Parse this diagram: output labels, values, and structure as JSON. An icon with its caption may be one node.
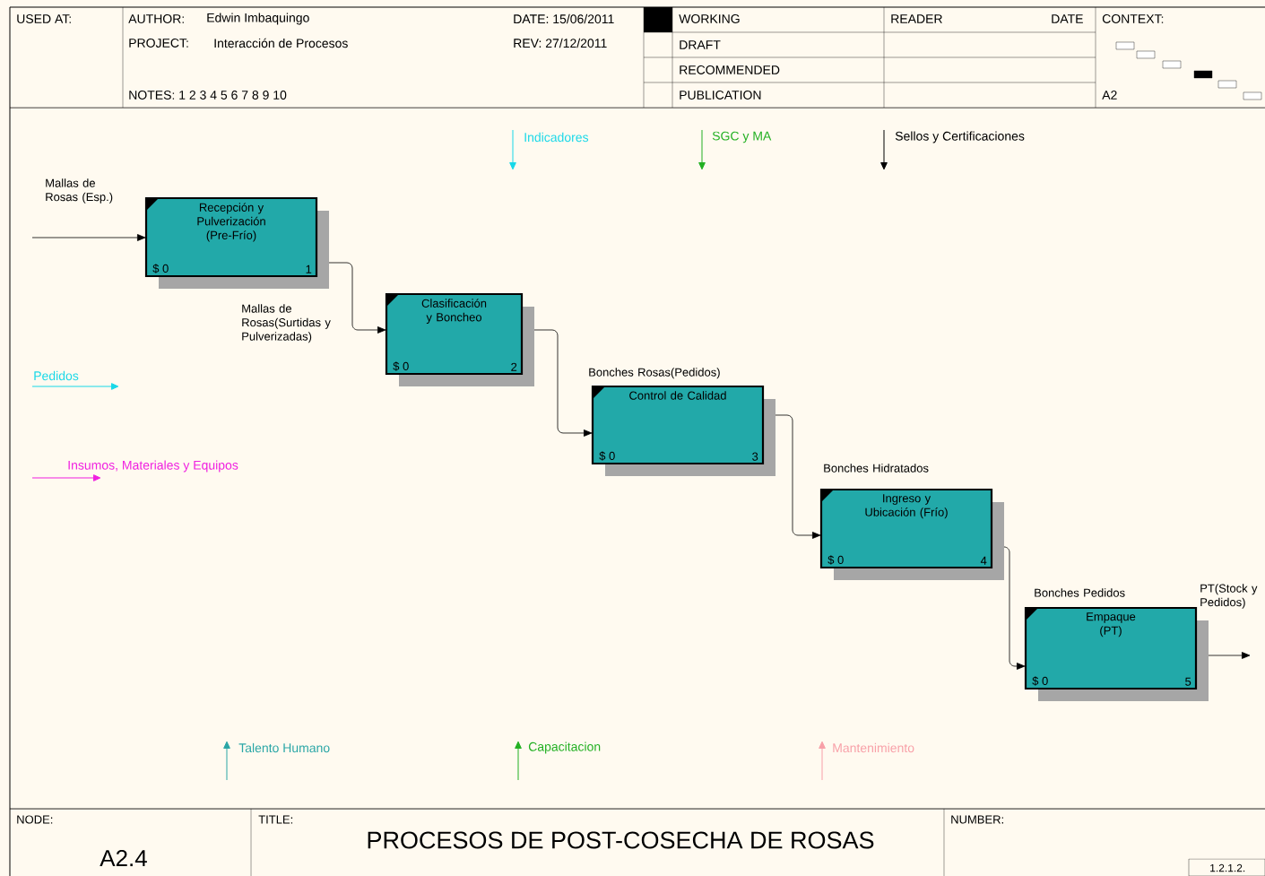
{
  "diagram": {
    "title": "PROCESOS DE POST-COSECHA DE ROSAS",
    "nodes": [
      {
        "text": [
          "Recepción y Pulverización (Pre-Frío)",
          "$ 0",
          "1"
        ]
      },
      {
        "text": [
          "Clasificación y Boncheo",
          "$ 0",
          "2"
        ]
      },
      {
        "text": [
          "Control de Calidad",
          "$ 0",
          "3"
        ]
      },
      {
        "text": [
          "Ingreso y Ubicación (Frío)",
          "$ 0",
          "4"
        ]
      },
      {
        "text": [
          "Empaque (PT)",
          "$ 0",
          "5"
        ]
      }
    ],
    "edges": [
      {
        "from": null,
        "to": 0,
        "arrow": "to",
        "label": "Mallas de Rosas (Esp.)"
      },
      {
        "from": 0,
        "to": 1,
        "arrow": "to",
        "label": "Mallas de Rosas(Surtidas y Pulverizadas)"
      },
      {
        "from": 1,
        "to": 2,
        "arrow": "to",
        "label": "Bonches Rosas(Pedidos)"
      },
      {
        "from": 2,
        "to": 3,
        "arrow": "to",
        "label": "Bonches Hidratados"
      },
      {
        "from": 3,
        "to": 4,
        "arrow": "to",
        "label": "Bonches Pedidos"
      },
      {
        "from": 4,
        "to": null,
        "arrow": "to",
        "label": "PT(Stock y Pedidos)"
      }
    ],
    "labels": [
      "USED AT:",
      "AUTHOR:",
      "Edwin Imbaquingo",
      "DATE: 15/06/2011",
      "WORKING",
      "READER",
      "DATE",
      "CONTEXT:",
      "PROJECT:",
      "Interacción de Procesos",
      "REV: 27/12/2011",
      "DRAFT",
      "RECOMMENDED",
      "NOTES: 1 2 3 4 5 6 7 8 9 10",
      "PUBLICATION",
      "A2",
      "Indicadores",
      "SGC y MA",
      "Sellos y Certificaciones",
      "Pedidos",
      "Insumos, Materiales y Equipos",
      "Talento Humano",
      "Capacitacion",
      "Mantenimiento",
      "NODE:",
      "A2.4",
      "TITLE:",
      "NUMBER:",
      "1.2.1.2."
    ]
  }
}
